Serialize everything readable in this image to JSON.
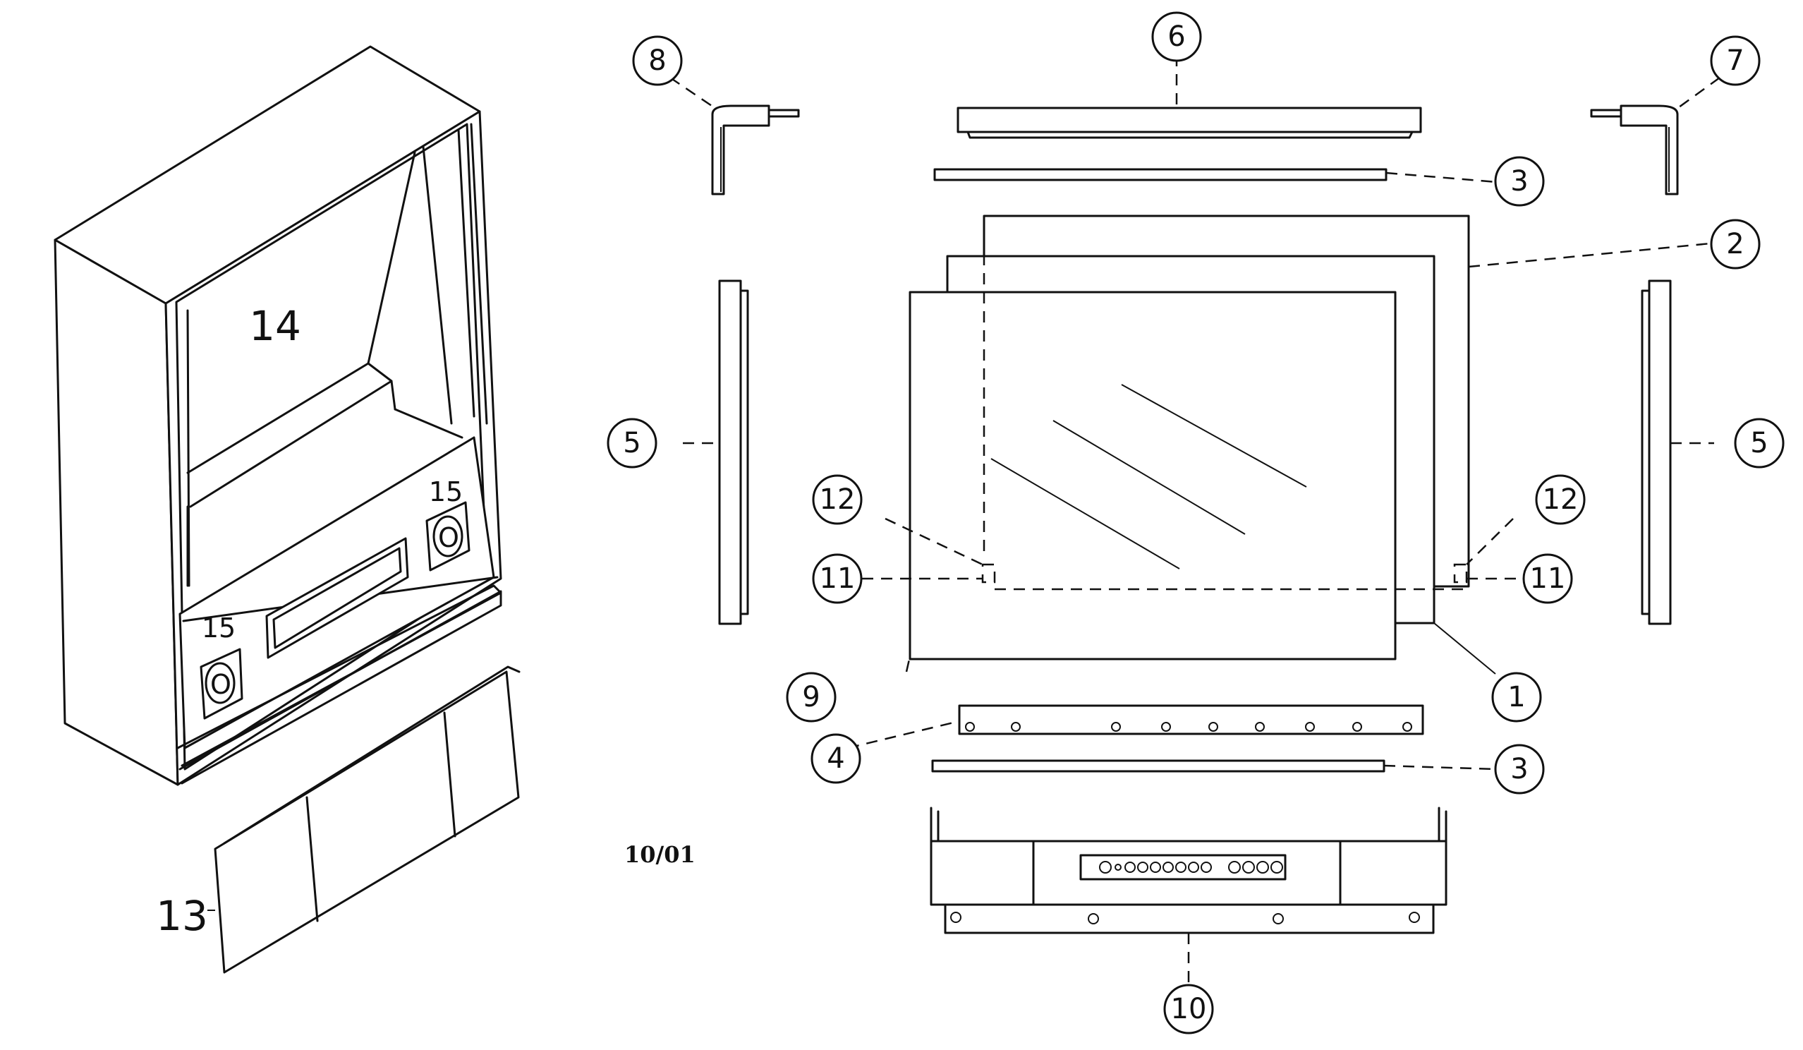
{
  "diagram": {
    "date_code": "10/01",
    "callouts": {
      "c1": "1",
      "c2": "2",
      "c3_top": "3",
      "c3_bottom": "3",
      "c4": "4",
      "c5_left": "5",
      "c5_right": "5",
      "c6": "6",
      "c7": "7",
      "c8": "8",
      "c9": "9",
      "c10": "10",
      "c11_left": "11",
      "c11_right": "11",
      "c12_left": "12",
      "c12_right": "12"
    },
    "cabinet_labels": {
      "l13": "13",
      "l14": "14",
      "l15_right": "15",
      "l15_left": "15"
    },
    "speaker_glyph": "O"
  }
}
